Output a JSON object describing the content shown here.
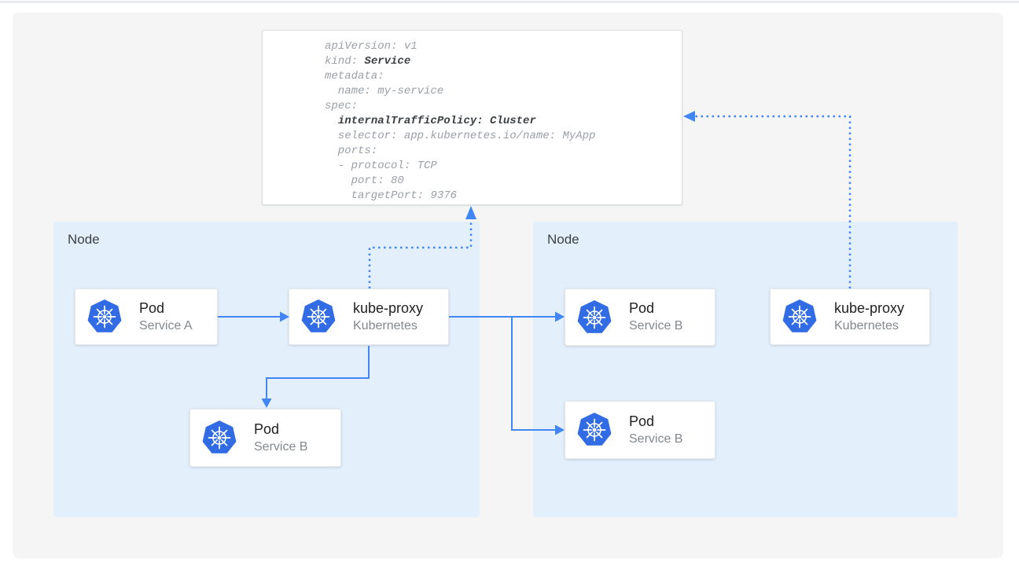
{
  "colors": {
    "accent_blue": "#4285f4",
    "kubernetes_blue": "#326ce5",
    "node_fill": "#e3f0fc",
    "panel_bg": "#f5f5f5",
    "code_text_gray": "#9aa0a6",
    "code_text_bold": "#3c4043"
  },
  "code_card": {
    "lines": [
      {
        "pre": "apiVersion: v1",
        "bold": ""
      },
      {
        "pre": "kind: ",
        "bold": "Service"
      },
      {
        "pre": "metadata:",
        "bold": ""
      },
      {
        "pre": "  name: my-service",
        "bold": ""
      },
      {
        "pre": "spec:",
        "bold": ""
      },
      {
        "pre": "  ",
        "bold": "internalTrafficPolicy: Cluster"
      },
      {
        "pre": "  selector: app.kubernetes.io/name: MyApp",
        "bold": ""
      },
      {
        "pre": "  ports:",
        "bold": ""
      },
      {
        "pre": "  - protocol: TCP",
        "bold": ""
      },
      {
        "pre": "    port: 80",
        "bold": ""
      },
      {
        "pre": "    targetPort: 9376",
        "bold": ""
      }
    ]
  },
  "left_node": {
    "label": "Node",
    "cards": {
      "pod_a": {
        "title": "Pod",
        "subtitle": "Service A"
      },
      "kube_proxy": {
        "title": "kube-proxy",
        "subtitle": "Kubernetes"
      },
      "pod_b": {
        "title": "Pod",
        "subtitle": "Service B"
      }
    }
  },
  "right_node": {
    "label": "Node",
    "cards": {
      "pod_b_top": {
        "title": "Pod",
        "subtitle": "Service B"
      },
      "pod_b_bottom": {
        "title": "Pod",
        "subtitle": "Service B"
      },
      "kube_proxy": {
        "title": "kube-proxy",
        "subtitle": "Kubernetes"
      }
    }
  }
}
